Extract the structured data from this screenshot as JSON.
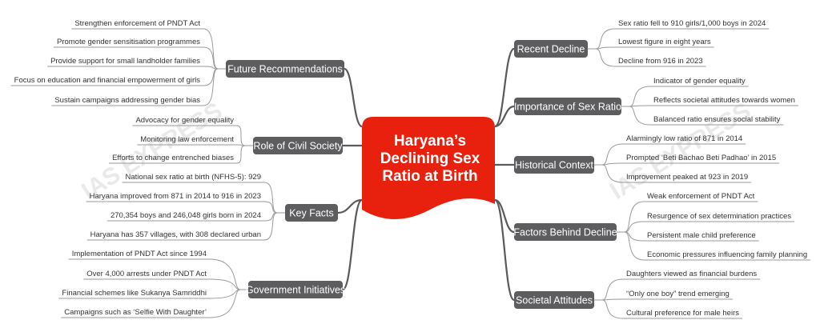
{
  "center": {
    "lines": [
      "Haryana’s",
      "Declining Sex",
      "Ratio at Birth"
    ],
    "color": "#e8210f"
  },
  "watermark": {
    "left": "IAS EXPRESS",
    "right": "IAS EXPRESS"
  },
  "colors": {
    "topic": "#5d5d60",
    "line_main": "#5a5a5a",
    "line_leaf": "#9a9a9a"
  },
  "branches": [
    {
      "label": "Recent Decline",
      "side": "right",
      "leaves": [
        "Sex ratio fell to 910 girls/1,000 boys in 2024",
        "Lowest figure in eight years",
        "Decline from 916 in 2023"
      ]
    },
    {
      "label": "Importance of Sex Ratio",
      "side": "right",
      "leaves": [
        "Indicator of gender equality",
        "Reflects societal attitudes towards women",
        "Balanced ratio ensures social stability"
      ]
    },
    {
      "label": "Historical Context",
      "side": "right",
      "leaves": [
        "Alarmingly low ratio of 871 in 2014",
        "Prompted ‘Beti Bachao Beti Padhao’ in 2015",
        "Improvement peaked at 923 in 2019"
      ]
    },
    {
      "label": "Factors Behind Decline",
      "side": "right",
      "leaves": [
        "Weak enforcement of PNDT Act",
        "Resurgence of sex determination practices",
        "Persistent male child preference",
        "Economic pressures influencing family planning"
      ]
    },
    {
      "label": "Societal Attitudes",
      "side": "right",
      "leaves": [
        "Daughters viewed as financial burdens",
        "“Only one boy” trend emerging",
        "Cultural preference for male heirs"
      ]
    },
    {
      "label": "Future Recommendations",
      "side": "left",
      "leaves": [
        "Strengthen enforcement of PNDT Act",
        "Promote gender sensitisation programmes",
        "Provide support for small landholder families",
        "Focus on education and financial empowerment of girls",
        "Sustain campaigns addressing gender bias"
      ]
    },
    {
      "label": "Role of Civil Society",
      "side": "left",
      "leaves": [
        "Advocacy for gender equality",
        "Monitoring law enforcement",
        "Efforts to change entrenched biases"
      ]
    },
    {
      "label": "Key Facts",
      "side": "left",
      "leaves": [
        "National sex ratio at birth (NFHS-5): 929",
        "Haryana improved from 871 in 2014 to 916 in 2023",
        "270,354 boys and 246,048 girls born in 2024",
        "Haryana has 357 villages, with 308 declared urban"
      ]
    },
    {
      "label": "Government Initiatives",
      "side": "left",
      "leaves": [
        "Implementation of PNDT Act since 1994",
        "Over 4,000 arrests under PNDT Act",
        "Financial schemes like Sukanya Samriddhi",
        "Campaigns such as ‘Selfie With Daughter’"
      ]
    }
  ]
}
